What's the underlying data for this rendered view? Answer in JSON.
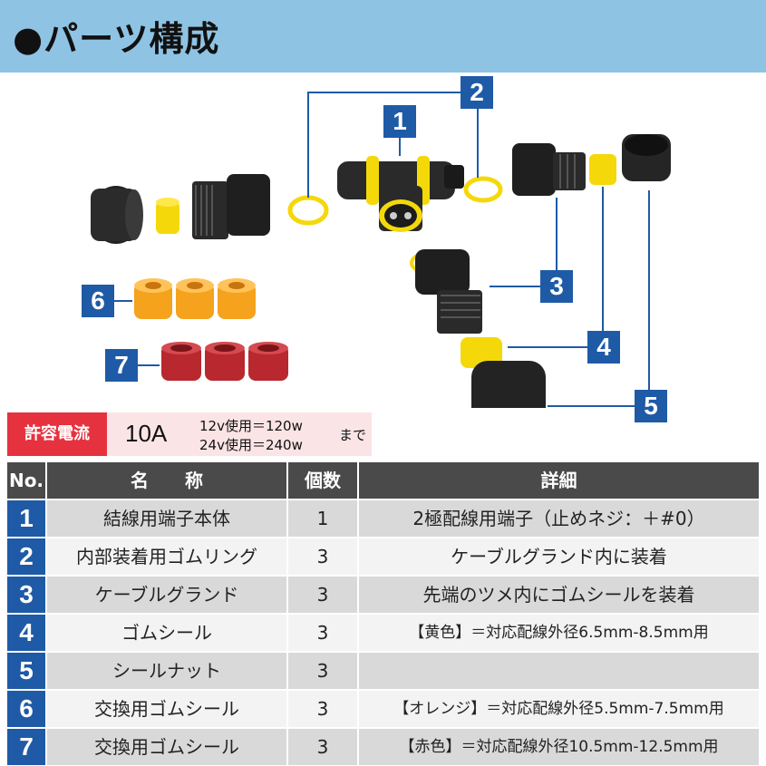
{
  "header": {
    "title": "●パーツ構成"
  },
  "callouts": [
    "1",
    "2",
    "3",
    "4",
    "5",
    "6",
    "7"
  ],
  "rating": {
    "label": "許容電流",
    "current": "10A",
    "line1": "12v使用＝120w",
    "line2": "24v使用＝240w",
    "suffix": "まで"
  },
  "table": {
    "headers": {
      "no": "No.",
      "name": "名　　称",
      "qty": "個数",
      "detail": "詳細"
    },
    "rows": [
      {
        "no": "1",
        "name": "結線用端子本体",
        "qty": "1",
        "detail": "2極配線用端子（止めネジ：＋#0）"
      },
      {
        "no": "2",
        "name": "内部装着用ゴムリング",
        "qty": "3",
        "detail": "ケーブルグランド内に装着"
      },
      {
        "no": "3",
        "name": "ケーブルグランド",
        "qty": "3",
        "detail": "先端のツメ内にゴムシールを装着"
      },
      {
        "no": "4",
        "name": "ゴムシール",
        "qty": "3",
        "detail": "【黄色】＝対応配線外径6.5mm-8.5mm用"
      },
      {
        "no": "5",
        "name": "シールナット",
        "qty": "3",
        "detail": ""
      },
      {
        "no": "6",
        "name": "交換用ゴムシール",
        "qty": "3",
        "detail": "【オレンジ】＝対応配線外径5.5mm-7.5mm用"
      },
      {
        "no": "7",
        "name": "交換用ゴムシール",
        "qty": "3",
        "detail": "【赤色】＝対応配線外径10.5mm-12.5mm用"
      }
    ]
  },
  "colors": {
    "header_bg": "#8fc3e4",
    "accent_blue": "#1f5aa6",
    "accent_red": "#e6323e",
    "seal_yellow": "#f5d80a",
    "seal_orange": "#f5a21c",
    "seal_red": "#b8282e"
  }
}
